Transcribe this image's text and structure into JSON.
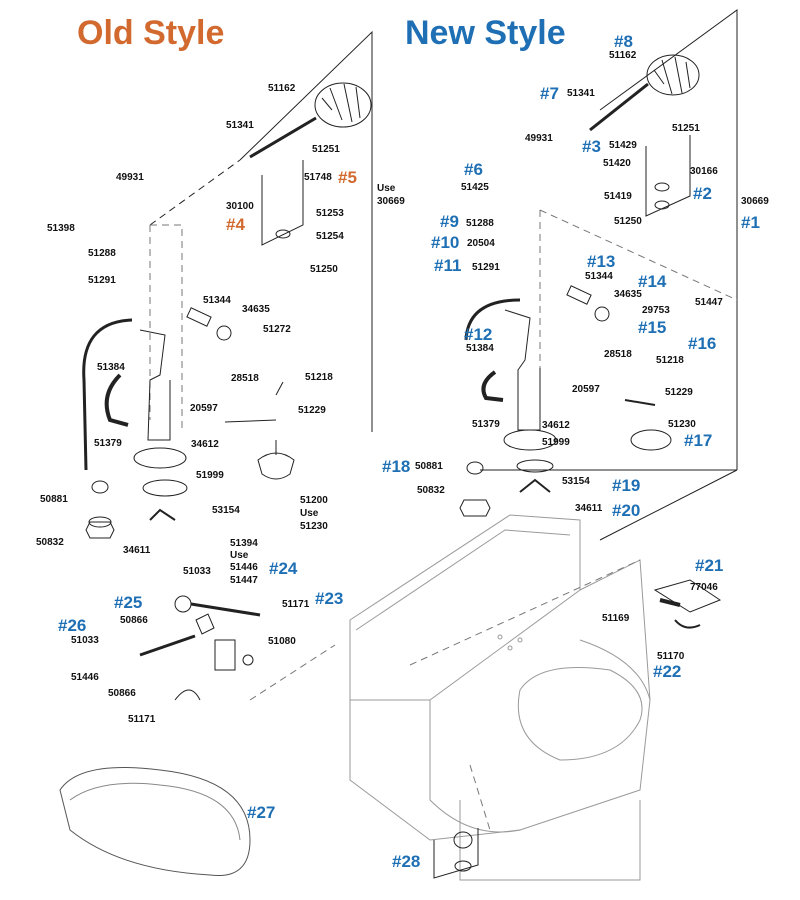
{
  "titles": {
    "old_style": "Old Style",
    "new_style": "New Style"
  },
  "colors": {
    "old_callout": "#d2692e",
    "new_callout": "#1e6fb4",
    "line": "#222222",
    "toilet_outline": "#9a9a9a"
  },
  "old_parts": [
    "51162",
    "51341",
    "51251",
    "51748",
    "30100",
    "51253",
    "51254",
    "51250",
    "Use",
    "30669",
    "49931",
    "51398",
    "51288",
    "51291",
    "51344",
    "34635",
    "51272",
    "28518",
    "51218",
    "51384",
    "20597",
    "51229",
    "34612",
    "51379",
    "51999",
    "51200",
    "Use",
    "51230",
    "53154",
    "50881",
    "50832",
    "34611"
  ],
  "old_callouts": [
    "#5",
    "#4"
  ],
  "new_parts": [
    "51162",
    "51341",
    "51251",
    "51429",
    "49931",
    "51420",
    "30166",
    "51425",
    "51419",
    "51250",
    "30669",
    "51288",
    "20504",
    "51291",
    "51344",
    "34635",
    "51447",
    "29753",
    "28518",
    "51218",
    "51384",
    "20597",
    "51229",
    "51379",
    "34612",
    "51999",
    "51230",
    "50881",
    "53154",
    "50832",
    "34611"
  ],
  "new_callouts": [
    "#8",
    "#7",
    "#3",
    "#6",
    "#2",
    "#1",
    "#9",
    "#10",
    "#11",
    "#13",
    "#14",
    "#15",
    "#16",
    "#12",
    "#17",
    "#18",
    "#19",
    "#20"
  ],
  "lever_parts": [
    "51394",
    "Use",
    "51446",
    "51447",
    "51033",
    "51171",
    "50866",
    "51080",
    "51033",
    "51446",
    "50866",
    "51171"
  ],
  "lever_callouts": [
    "#24",
    "#23",
    "#25",
    "#26"
  ],
  "hinge_parts": [
    "77046",
    "51169",
    "51170"
  ],
  "hinge_callouts": [
    "#21",
    "#22"
  ],
  "bottom_callouts": [
    "#27",
    "#28"
  ]
}
